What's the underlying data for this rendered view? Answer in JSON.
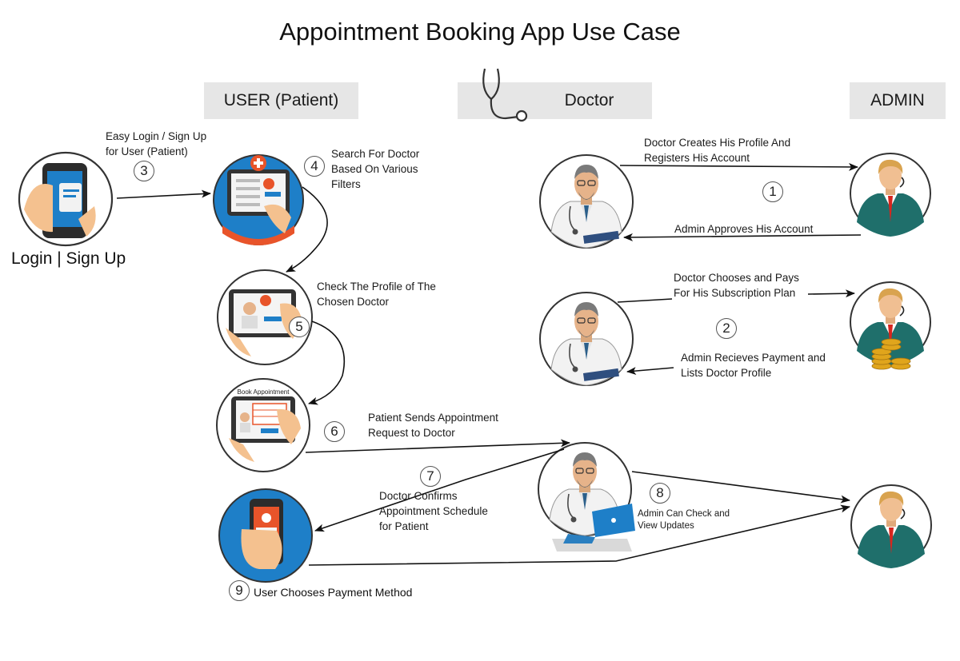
{
  "title": "Appointment Booking App Use Case",
  "lanes": {
    "user": "USER (Patient)",
    "doctor": "Doctor",
    "admin": "ADMIN"
  },
  "login_label": "Login | Sign Up",
  "book_screen_label": "Book Appointment",
  "steps": {
    "s1": {
      "num": "1"
    },
    "s2": {
      "num": "2"
    },
    "s3": {
      "num": "3",
      "line1": "Easy Login / Sign Up",
      "line2": "for User (Patient)"
    },
    "s4": {
      "num": "4",
      "line1": "Search For Doctor",
      "line2": "Based On Various",
      "line3": "Filters"
    },
    "s5": {
      "num": "5",
      "line1": "Check The Profile of The",
      "line2": "Chosen Doctor"
    },
    "s6": {
      "num": "6",
      "line1": "Patient Sends Appointment",
      "line2": "Request to Doctor"
    },
    "s7": {
      "num": "7",
      "line1": "Doctor Confirms",
      "line2": "Appointment Schedule",
      "line3": "for Patient"
    },
    "s8": {
      "num": "8",
      "line1": "Admin Can Check and",
      "line2": "View Updates"
    },
    "s9": {
      "num": "9",
      "text": "User Chooses Payment Method"
    }
  },
  "doctor_admin": {
    "create_line1": "Doctor Creates His Profile And",
    "create_line2": "Registers His Account",
    "approve": "Admin Approves His Account",
    "pay_line1": "Doctor Chooses and Pays",
    "pay_line2": "For His Subscription Plan",
    "receive_line1": "Admin Recieves Payment and",
    "receive_line2": "Lists Doctor Profile"
  },
  "colors": {
    "blue": "#1e7fc8",
    "orange": "#e8542a",
    "skin": "#f4c18f",
    "admin_suit": "#1f6f6b",
    "tie": "#d7261e",
    "coin": "#e0a51c"
  }
}
